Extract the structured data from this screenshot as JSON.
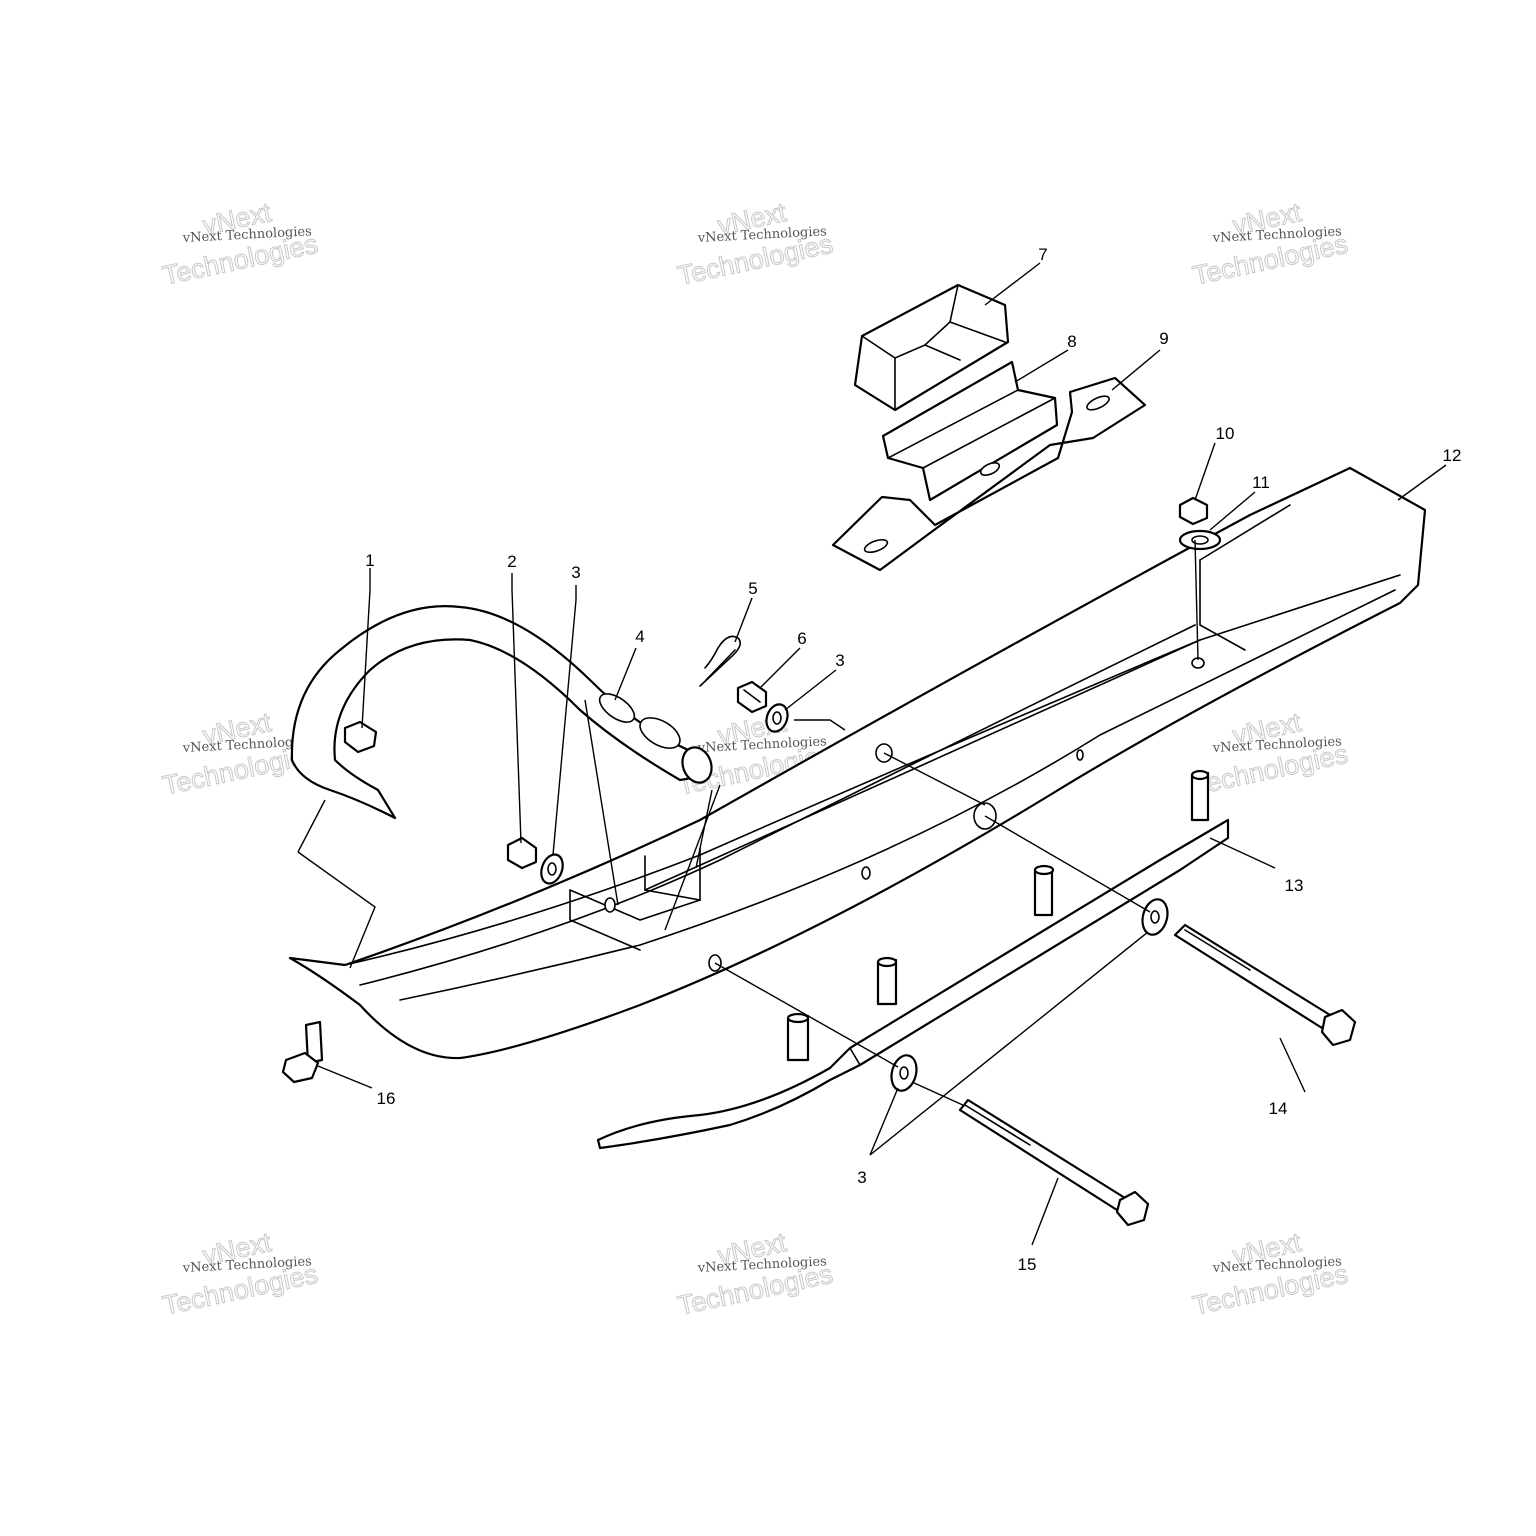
{
  "callouts": [
    "1",
    "2",
    "3",
    "4",
    "5",
    "6",
    "3",
    "7",
    "8",
    "9",
    "10",
    "11",
    "12",
    "13",
    "14",
    "3",
    "15",
    "16"
  ],
  "watermark": {
    "big_top": "vNext",
    "small": "vNext Technologies",
    "big_bottom": "Technologies"
  },
  "colors": {
    "line": "#000000",
    "background": "#ffffff",
    "watermark": "#c8c8c8"
  }
}
